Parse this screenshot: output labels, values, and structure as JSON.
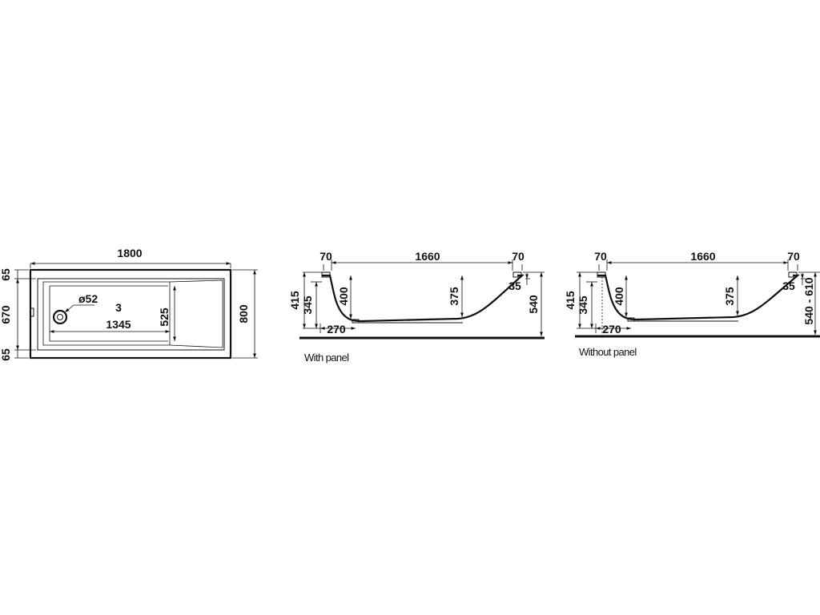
{
  "views": {
    "plan": {
      "overall_length": "1800",
      "overall_width": "800",
      "rim_top": "65",
      "inner_width": "670",
      "rim_bottom": "65",
      "drain_diameter": "ø52",
      "callout": "3",
      "bottom_length": "1345",
      "bottom_width": "525"
    },
    "section_with_panel": {
      "rim_left": "70",
      "inner_length": "1660",
      "rim_right": "70",
      "overflow_height": "415",
      "panel_height": "345",
      "depth_left": "400",
      "depth_right": "375",
      "bottom_offset": "270",
      "lip": "35",
      "total_height": "540",
      "caption": "With panel"
    },
    "section_without_panel": {
      "rim_left": "70",
      "inner_length": "1660",
      "rim_right": "70",
      "overflow_height": "415",
      "panel_height": "345",
      "depth_left": "400",
      "depth_right": "375",
      "bottom_offset": "270",
      "lip": "35",
      "total_height": "540 - 610",
      "caption": "Without panel"
    }
  }
}
